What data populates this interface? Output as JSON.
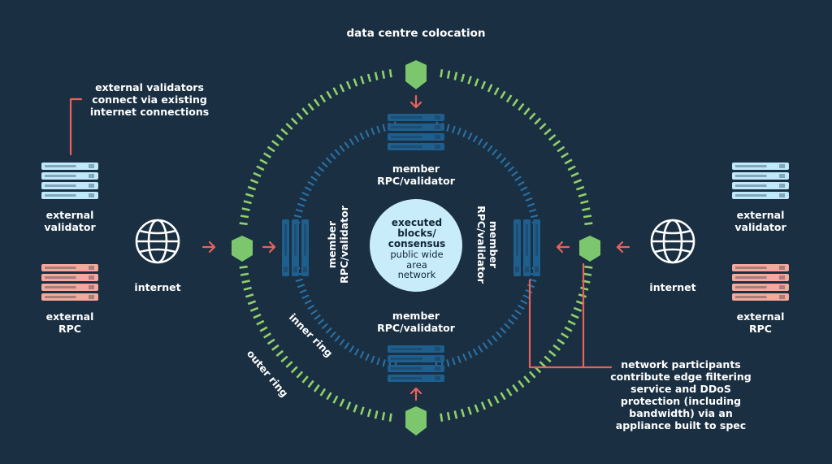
{
  "title": "data centre colocation",
  "core": {
    "line1": "executed",
    "line2": "blocks/",
    "line3": "consensus",
    "sub1": "public wide",
    "sub2": "area",
    "sub3": "network"
  },
  "member": {
    "line1": "member",
    "line2": "RPC/validator"
  },
  "rings": {
    "inner": "inner ring",
    "outer": "outer ring"
  },
  "left": {
    "note1": "external validators",
    "note2": "connect via existing",
    "note3": "internet connections",
    "validator1": "external",
    "validator2": "validator",
    "rpc1": "external",
    "rpc2": "RPC",
    "internet": "internet"
  },
  "right": {
    "validator1": "external",
    "validator2": "validator",
    "rpc1": "external",
    "rpc2": "RPC",
    "internet": "internet",
    "note1": "network participants",
    "note2": "contribute edge filtering",
    "note3": "service and DDoS",
    "note4": "protection (including",
    "note5": "bandwidth) via an",
    "note6": "appliance built to spec"
  },
  "colors": {
    "background": "#1a2f42",
    "outer_ring": "#8fd16a",
    "inner_ring": "#2a6ea0",
    "core": "#c9ecfa",
    "member_server": "#1f5f8e",
    "external_validator": "#bfe8fb",
    "external_rpc": "#f4a99b",
    "arrow": "#e8625a",
    "shield": "#7cc76d"
  }
}
